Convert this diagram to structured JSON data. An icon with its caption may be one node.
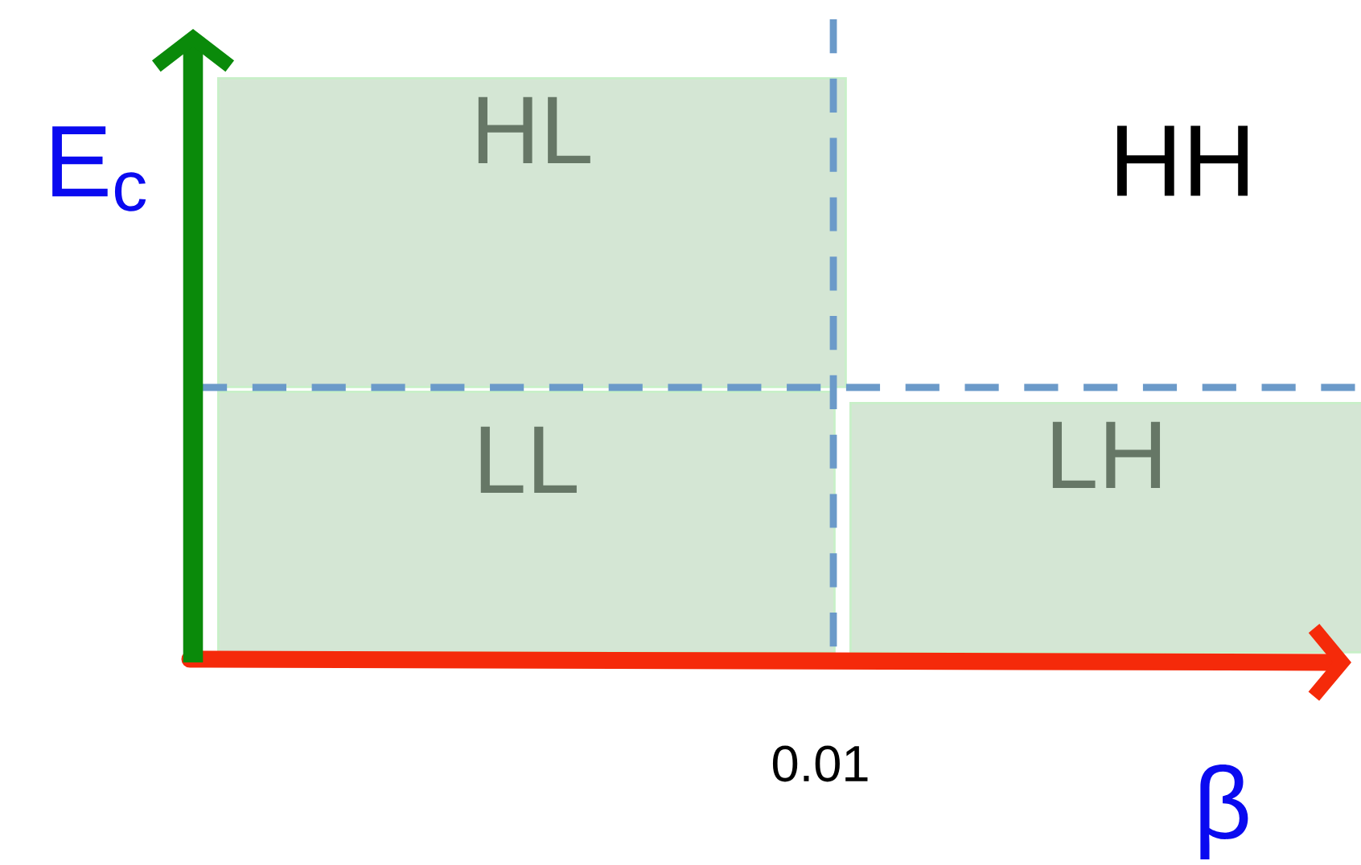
{
  "diagram": {
    "nodes": [
      {
        "text": [
          "HL"
        ]
      },
      {
        "text": [
          "LL"
        ]
      },
      {
        "text": [
          "LH"
        ]
      }
    ],
    "edges": [],
    "labels": [
      "E$_{c}$",
      "HH",
      "0.01",
      "β"
    ]
  }
}
